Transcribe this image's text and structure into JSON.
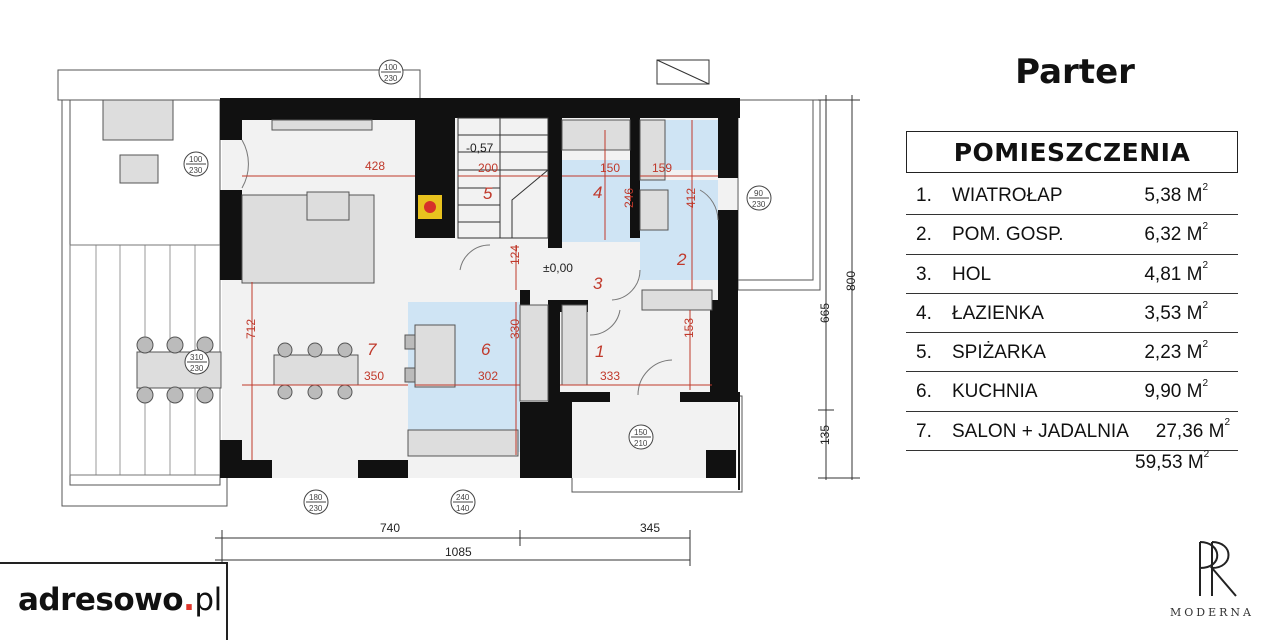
{
  "floor_title": "Parter",
  "rooms_header": "POMIESZCZENIA",
  "rooms": [
    {
      "num": "1.",
      "name": "WIATROŁAP",
      "area": "5,38 M",
      "sup": "2"
    },
    {
      "num": "2.",
      "name": "POM. GOSP.",
      "area": "6,32 M",
      "sup": "2"
    },
    {
      "num": "3.",
      "name": "HOL",
      "area": "4,81 M",
      "sup": "2"
    },
    {
      "num": "4.",
      "name": "ŁAZIENKA",
      "area": "3,53 M",
      "sup": "2"
    },
    {
      "num": "5.",
      "name": "SPIŻARKA",
      "area": "2,23 M",
      "sup": "2"
    },
    {
      "num": "6.",
      "name": "KUCHNIA",
      "area": "9,90 M",
      "sup": "2"
    },
    {
      "num": "7.",
      "name": "SALON + JADALNIA",
      "area": "27,36 M",
      "sup": "2"
    }
  ],
  "total_area": "59,53 M",
  "total_sup": "2",
  "plan": {
    "room_labels": [
      "1",
      "2",
      "3",
      "4",
      "5",
      "6",
      "7"
    ],
    "interior_dims": [
      "428",
      "200",
      "150",
      "159",
      "246",
      "412",
      "124",
      "330",
      "302",
      "333",
      "153",
      "712",
      "350"
    ],
    "levels": [
      "-0,57",
      "±0,00"
    ],
    "openings": [
      {
        "w": "100",
        "h": "230"
      },
      {
        "w": "100",
        "h": "230"
      },
      {
        "w": "90",
        "h": "230"
      },
      {
        "w": "310",
        "h": "230"
      },
      {
        "w": "150",
        "h": "210"
      },
      {
        "w": "180",
        "h": "230"
      },
      {
        "w": "240",
        "h": "140"
      }
    ],
    "outer_dims": {
      "bottom_left": "740",
      "bottom_right": "345",
      "bottom_total": "1085",
      "right_upper": "665",
      "right_total": "800",
      "right_lower": "135"
    }
  },
  "brand": {
    "site_main": "adresowo",
    "site_dot": ".",
    "site_tld": "pl",
    "logo_name": "MODERNA"
  }
}
